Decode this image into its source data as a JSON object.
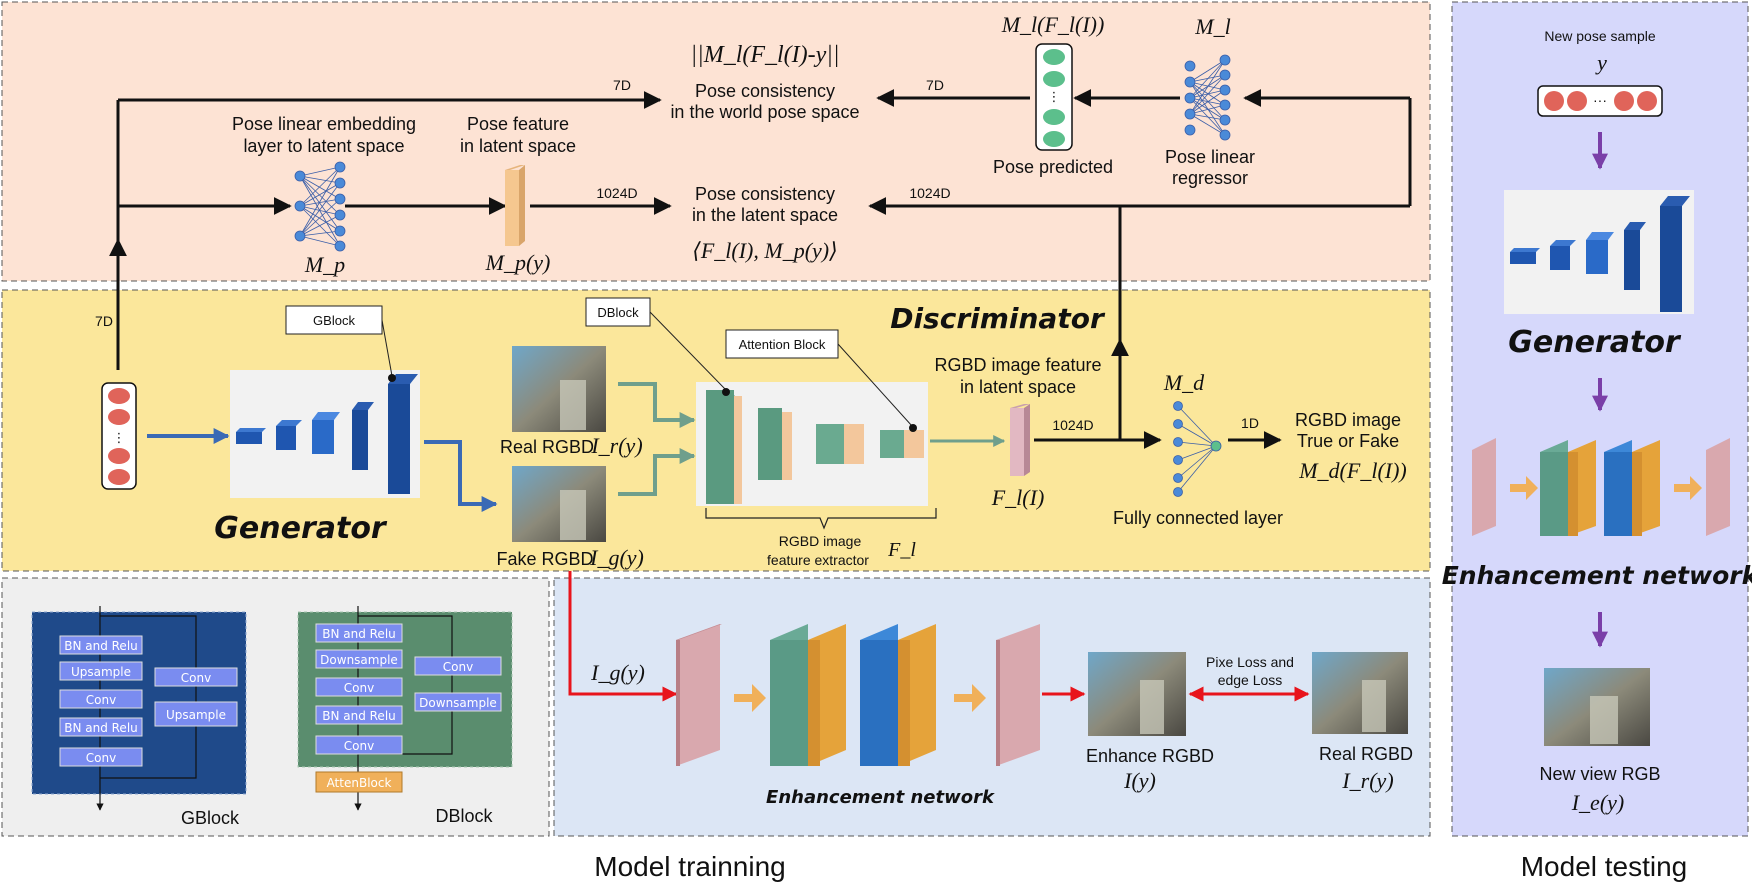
{
  "pose_consistency_world": {
    "formula": "||M_l(F_l(I)-y||",
    "line1": "Pose consistency",
    "line2": "in the world pose space"
  },
  "pose_consistency_latent": {
    "line1": "Pose consistency",
    "line2": "in the latent space",
    "formula": "⟨F_l(I), M_p(y)⟩"
  },
  "dims": {
    "d7_top": "7D",
    "d7_world": "7D",
    "d1024_left": "1024D",
    "d1024_right": "1024D",
    "d7_left": "7D",
    "d1024_feat": "1024D",
    "d1": "1D"
  },
  "pose_embedding": {
    "line1": "Pose linear embedding",
    "line2": "layer to latent space",
    "symbol": "M_p"
  },
  "pose_feature": {
    "line1": "Pose feature",
    "line2": "in latent space",
    "symbol": "M_p(y)"
  },
  "pose_predicted": {
    "label": "Pose predicted",
    "symbol": "M_l(F_l(I))"
  },
  "pose_regressor": {
    "line1": "Pose linear",
    "line2": "regressor",
    "symbol": "M_l"
  },
  "callouts": {
    "gblock": "GBlock",
    "dblock": "DBlock",
    "attention": "Attention Block"
  },
  "discriminator": {
    "title": "Discriminator"
  },
  "generator": {
    "title": "Generator"
  },
  "real_rgbd": {
    "label": "Real RGBD",
    "symbol": "I_r(y)"
  },
  "fake_rgbd": {
    "label": "Fake RGBD",
    "symbol": "I_g(y)"
  },
  "feature_extractor": {
    "line1": "RGBD image",
    "line2": "feature extractor",
    "symbol": "F_l"
  },
  "rgbd_feature": {
    "line1": "RGBD image feature",
    "line2": "in latent space",
    "symbol": "F_l(I)"
  },
  "fc_layer": {
    "label": "Fully connected layer",
    "symbol": "M_d"
  },
  "rgbd_output": {
    "line1": "RGBD image",
    "line2": "True or Fake",
    "symbol": "M_d(F_l(I))"
  },
  "gblock_detail": {
    "left": [
      "BN and Relu",
      "Upsample",
      "Conv",
      "BN and Relu",
      "Conv"
    ],
    "right": [
      "Conv",
      "Upsample"
    ],
    "caption": "GBlock"
  },
  "dblock_detail": {
    "left": [
      "BN and Relu",
      "Downsample",
      "Conv",
      "BN and Relu",
      "Conv"
    ],
    "right": [
      "Conv",
      "Downsample"
    ],
    "extra": "AttenBlock",
    "caption": "DBlock"
  },
  "enhancement": {
    "input_symbol": "I_g(y)",
    "title": "Enhancement network",
    "enhance_label": "Enhance RGBD",
    "enhance_symbol": "I(y)",
    "loss_line1": "Pixe Loss and",
    "loss_line2": "edge Loss",
    "real_label": "Real RGBD",
    "real_symbol": "I_r(y)"
  },
  "testing": {
    "sample_line1": "New  pose sample",
    "sample_symbol": "y",
    "generator_title": "Generator",
    "enhancement_title": "Enhancement network",
    "output_label": "New view  RGB",
    "output_symbol": "I_e(y)"
  },
  "captions": {
    "training": "Model trainning",
    "testing": "Model testing"
  },
  "colors": {
    "top_panel": "#fde3d4",
    "middle_panel": "#fbe79b",
    "bottom_left": "#efefef",
    "bottom_right": "#dce6f5",
    "test_panel": "#d6d8fb",
    "arrow_red": "#e8141c",
    "arrow_blue": "#3a6ab5",
    "arrow_green": "#6f9f8c",
    "arrow_purple": "#7a3fa8",
    "gblock_bg": "#1f4a8a",
    "dblock_bg": "#5a8d6e",
    "node_blue": "#4a8ad8",
    "node_red": "#e0645a",
    "node_green": "#5cbf8c"
  }
}
